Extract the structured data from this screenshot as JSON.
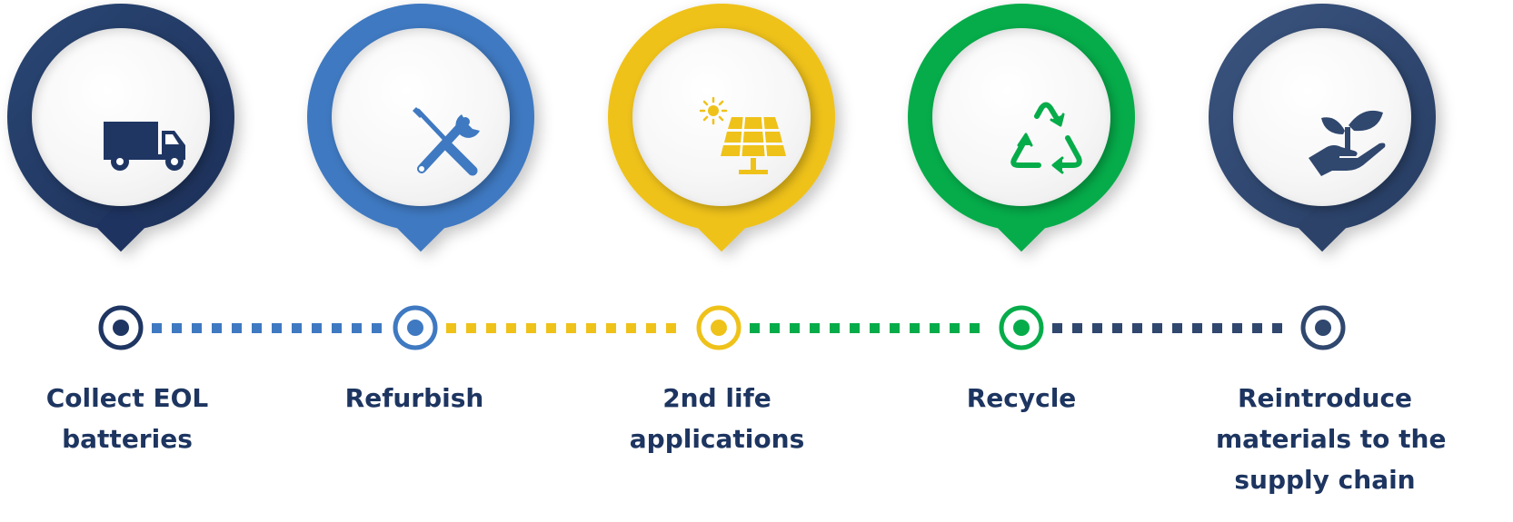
{
  "steps": [
    {
      "label_lines": [
        "Collect EOL",
        "batteries"
      ],
      "color": "#1f3663",
      "icon": "truck-icon"
    },
    {
      "label_lines": [
        "Refurbish"
      ],
      "color": "#3f79c1",
      "icon": "tools-icon"
    },
    {
      "label_lines": [
        "2nd life",
        "applications"
      ],
      "color": "#efc21a",
      "icon": "solar-panel-icon"
    },
    {
      "label_lines": [
        "Recycle"
      ],
      "color": "#06ac4a",
      "icon": "recycle-icon"
    },
    {
      "label_lines": [
        "Reintroduce",
        "materials to the",
        "supply chain"
      ],
      "color": "#30476e",
      "icon": "plant-in-hand-icon"
    }
  ],
  "connector_colors": [
    "#3f79c1",
    "#efc21a",
    "#06ac4a",
    "#30476e"
  ],
  "label_color": "#1d3560"
}
